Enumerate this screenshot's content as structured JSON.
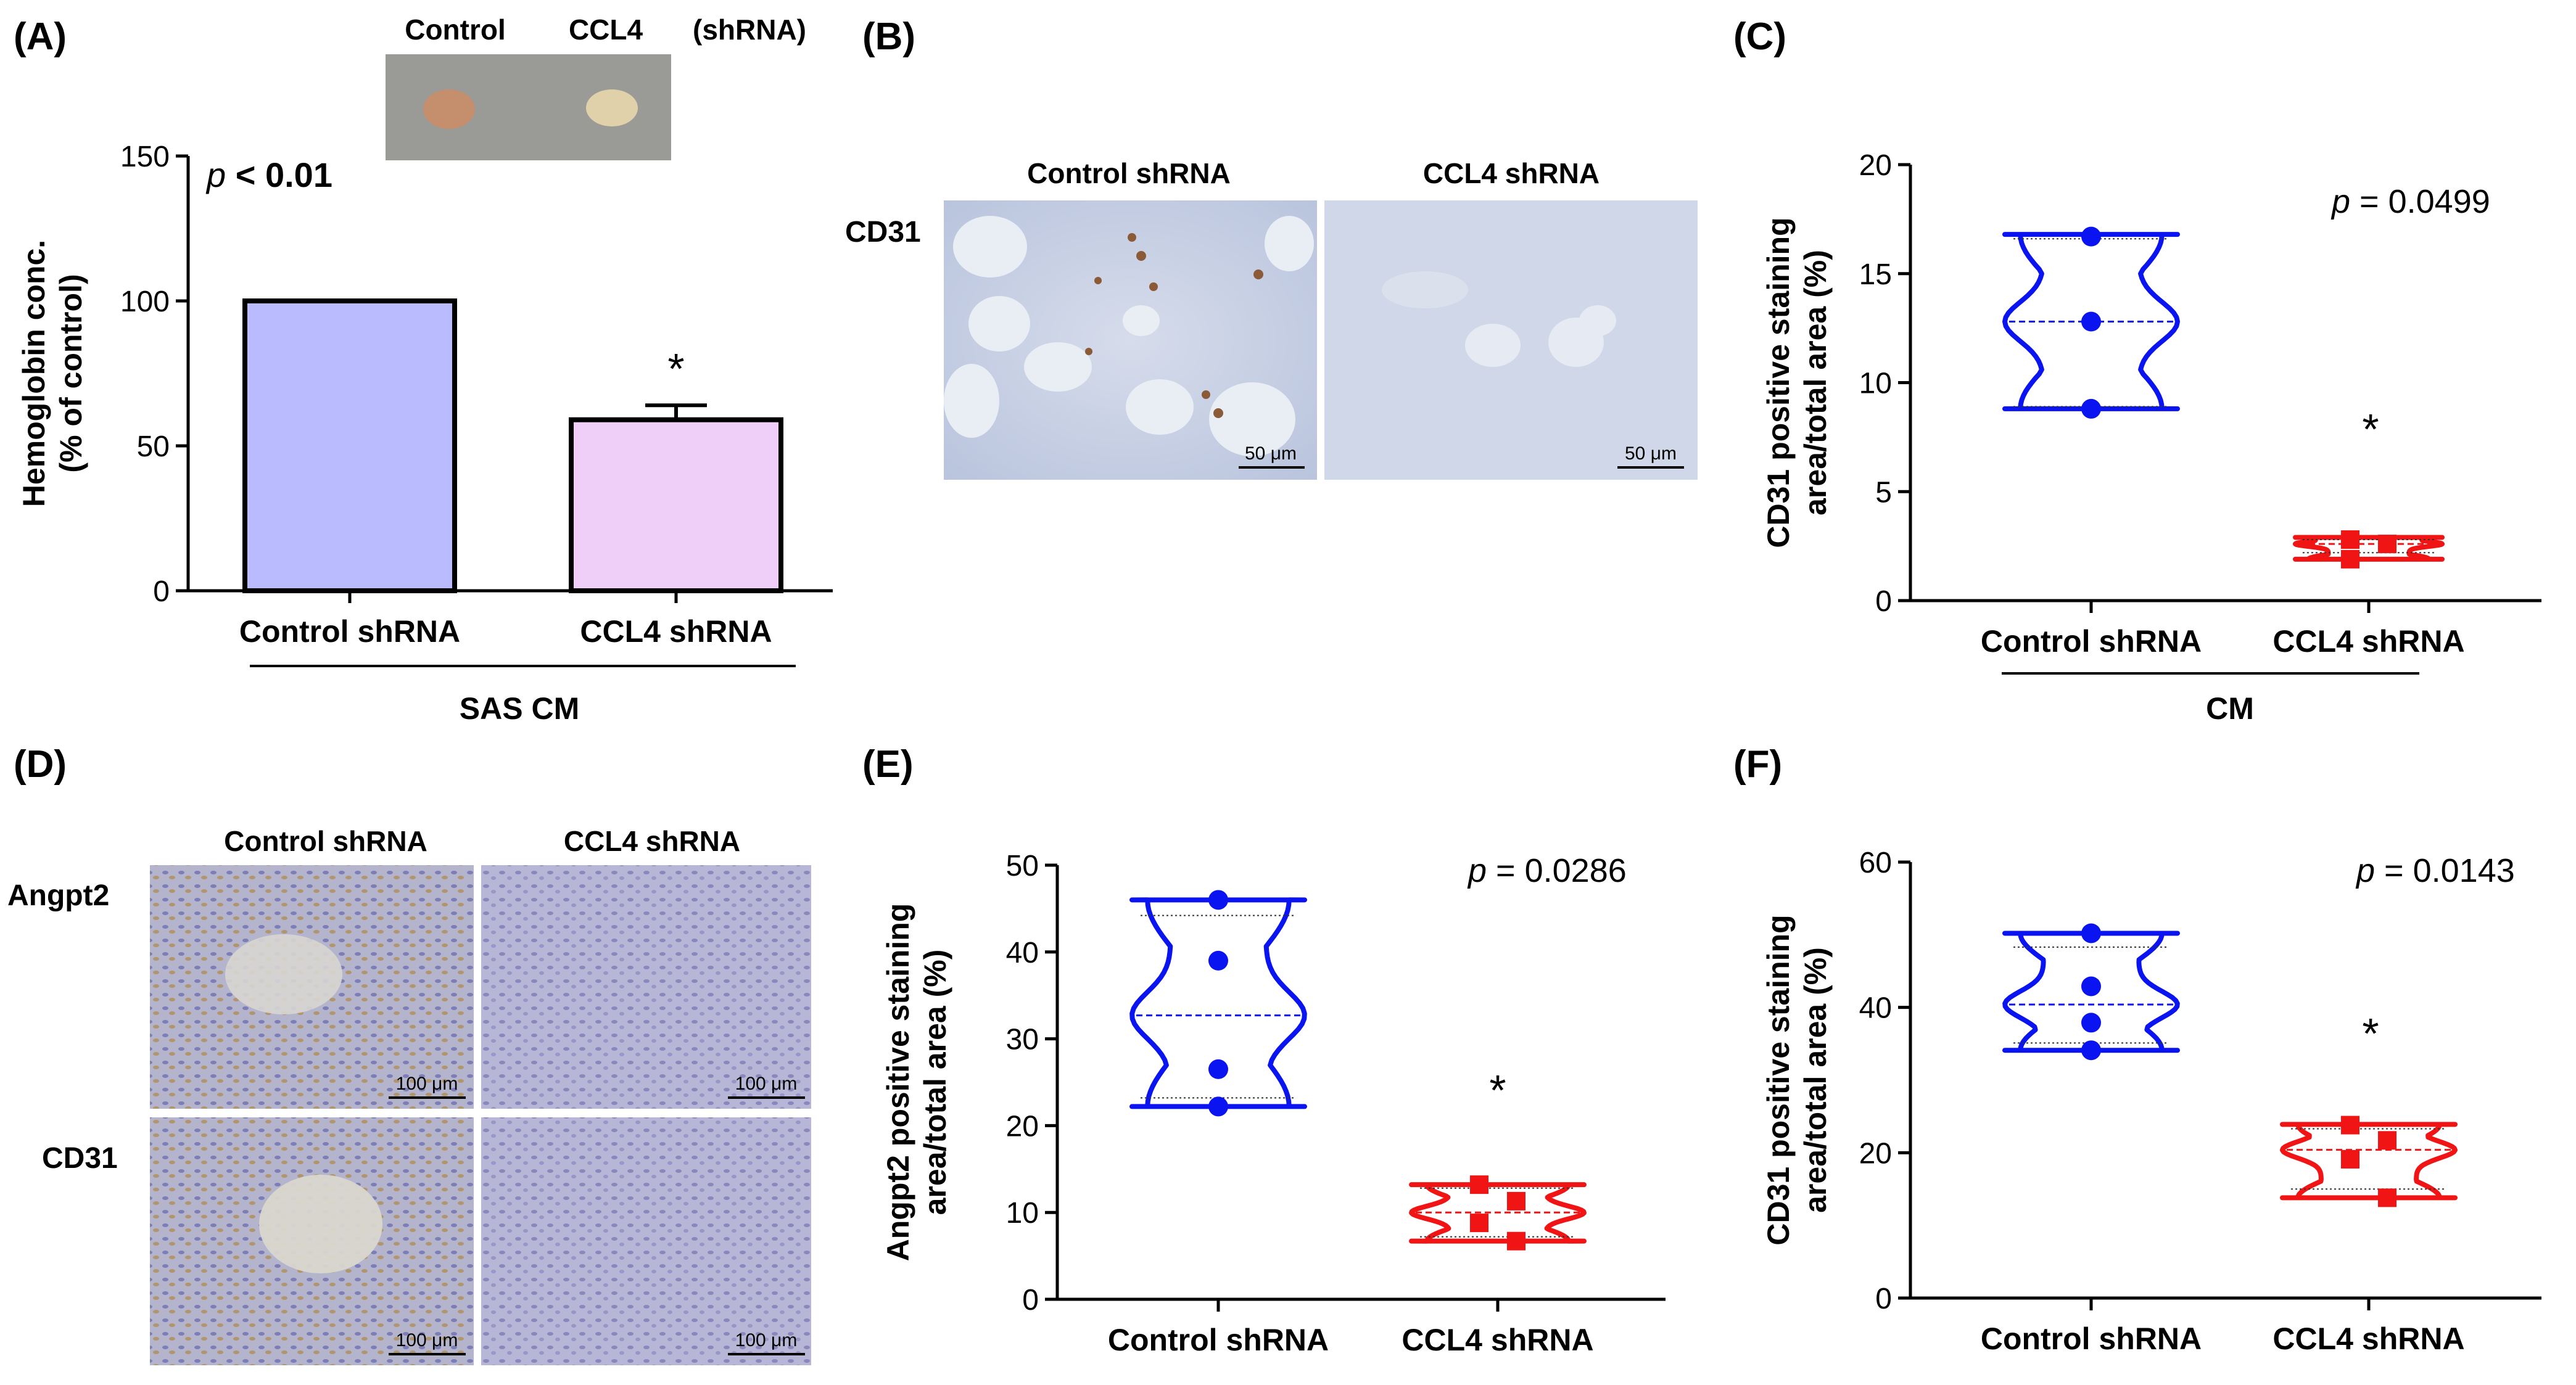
{
  "panel_labels": {
    "A": "(A)",
    "B": "(B)",
    "C": "(C)",
    "D": "(D)",
    "E": "(E)",
    "F": "(F)"
  },
  "colors": {
    "control": "#0a14f0",
    "ccl4": "#f01414",
    "bar_control": "#babaff",
    "bar_ccl4": "#efcff7",
    "axis": "#000000"
  },
  "panel_a": {
    "photo_labels": {
      "control": "Control",
      "ccl4": "CCL4",
      "shrna": "(shRNA)"
    },
    "p_prefix": "p",
    "p_rest": " < 0.01",
    "group_label": "SAS CM",
    "star": "*"
  },
  "panel_b": {
    "col_labels": [
      "Control shRNA",
      "CCL4 shRNA"
    ],
    "row_label": "CD31",
    "scale_bar": "50 μm"
  },
  "panel_c": {
    "p_prefix": "p",
    "p_rest": " = 0.0499",
    "group_label": "CM",
    "star": "*"
  },
  "panel_d": {
    "col_labels": [
      "Control shRNA",
      "CCL4 shRNA"
    ],
    "row_labels": [
      "Angpt2",
      "CD31"
    ],
    "scale_bar": "100 μm"
  },
  "panel_e": {
    "p_prefix": "p",
    "p_rest": " = 0.0286",
    "star": "*"
  },
  "panel_f": {
    "p_prefix": "p",
    "p_rest": " = 0.0143",
    "star": "*"
  },
  "chart_data": [
    {
      "id": "A",
      "type": "bar",
      "categories": [
        "Control shRNA",
        "CCL4 shRNA"
      ],
      "values": [
        100,
        59
      ],
      "errors": [
        0,
        5
      ],
      "ylabel": [
        "Hemoglobin conc.",
        "(% of control)"
      ],
      "ylim": [
        0,
        150
      ],
      "yticks": [
        0,
        50,
        100,
        150
      ]
    },
    {
      "id": "C",
      "type": "violin",
      "categories": [
        "Control shRNA",
        "CCL4 shRNA"
      ],
      "series": [
        {
          "values": [
            16.7,
            12.8,
            8.8
          ],
          "median": 12.8,
          "q1": 8.9,
          "q3": 16.6,
          "min": 8.8,
          "max": 16.8
        },
        {
          "values": [
            2.8,
            2.6,
            1.9
          ],
          "median": 2.6,
          "q1": 2.2,
          "q3": 2.8,
          "min": 1.9,
          "max": 2.9
        }
      ],
      "ylabel": [
        "CD31 positive staining",
        "area/total area (%)"
      ],
      "ylim": [
        0,
        20
      ],
      "yticks": [
        0,
        5,
        10,
        15,
        20
      ]
    },
    {
      "id": "E",
      "type": "violin",
      "categories": [
        "Control shRNA",
        "CCL4 shRNA"
      ],
      "series": [
        {
          "values": [
            46,
            39,
            26.5,
            22.2
          ],
          "median": 32.7,
          "q1": 23.2,
          "q3": 44.2,
          "min": 22.2,
          "max": 46
        },
        {
          "values": [
            13.2,
            11.3,
            8.8,
            6.7
          ],
          "median": 10,
          "q1": 7.2,
          "q3": 12.8,
          "min": 6.7,
          "max": 13.2
        }
      ],
      "ylabel": [
        "Angpt2 positive staining",
        "area/total area (%)"
      ],
      "ylim": [
        0,
        50
      ],
      "yticks": [
        0,
        10,
        20,
        30,
        40,
        50
      ]
    },
    {
      "id": "F",
      "type": "violin",
      "categories": [
        "Control shRNA",
        "CCL4 shRNA"
      ],
      "series": [
        {
          "values": [
            50.2,
            42.9,
            37.9,
            34.1
          ],
          "median": 40.4,
          "q1": 35.1,
          "q3": 48.3,
          "min": 34.1,
          "max": 50.2
        },
        {
          "values": [
            23.8,
            21.7,
            19.1,
            13.8
          ],
          "median": 20.4,
          "q1": 15,
          "q3": 23.3,
          "min": 13.8,
          "max": 23.9
        }
      ],
      "ylabel": [
        "CD31 positive staining",
        "area/total area (%)"
      ],
      "ylim": [
        0,
        60
      ],
      "yticks": [
        0,
        20,
        40,
        60
      ]
    }
  ]
}
